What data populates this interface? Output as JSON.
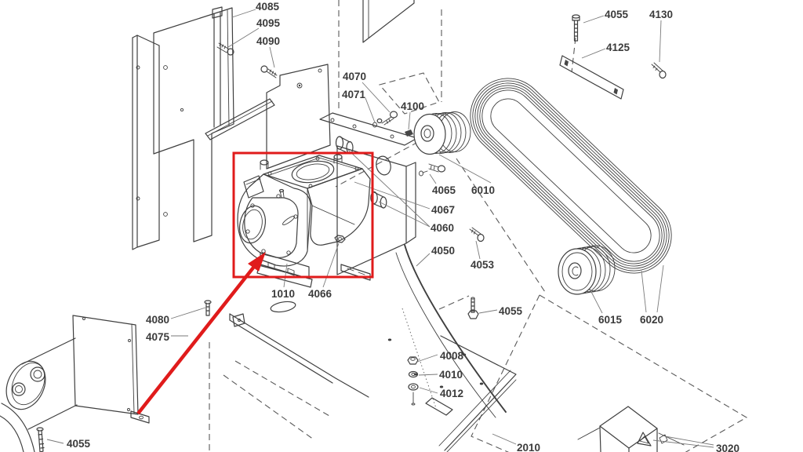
{
  "diagram": {
    "kind": "exploded-parts-diagram",
    "description": "Isometric exploded view of a pump / blower drive assembly with numbered part callouts; one component is highlighted with a red rectangle and a red arrow.",
    "colors": {
      "background": "#ffffff",
      "line": "#3f3f3f",
      "leader": "#7a7a7a",
      "label_text": "#3b3b3b",
      "highlight": "#e01b1b"
    },
    "highlight": {
      "style": "rectangle-and-arrow",
      "target": "pump-housing"
    }
  },
  "labels": {
    "p4085": "4085",
    "p4095": "4095",
    "p4090": "4090",
    "p4070": "4070",
    "p4071": "4071",
    "p4100": "4100",
    "p4055_top": "4055",
    "p4130": "4130",
    "p4125": "4125",
    "p4065": "4065",
    "p6010": "6010",
    "p4067": "4067",
    "p4060": "4060",
    "p4050": "4050",
    "p4053": "4053",
    "p4055_mid": "4055",
    "p1010": "1010",
    "p4066": "4066",
    "p4080": "4080",
    "p4075": "4075",
    "p6015": "6015",
    "p6020": "6020",
    "p4008": "4008",
    "p4010": "4010",
    "p4012": "4012",
    "p4055_bl": "4055",
    "p2010": "2010",
    "p3020": "3020"
  }
}
